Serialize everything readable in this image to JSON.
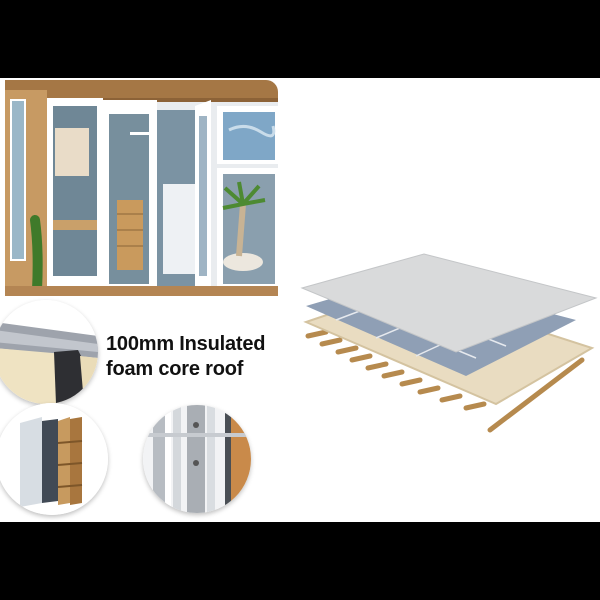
{
  "hero_photo": {
    "subject": "garden-room-office-with-open-french-doors",
    "colors": {
      "cladding": "#b98a55",
      "frame": "#ffffff",
      "interior_wall": "#6f8796",
      "glass": "#8fb4cc",
      "plant": "#4d8a32"
    }
  },
  "features": [
    {
      "id": "roof",
      "label_line1": "100mm Insulated",
      "label_line2": "foam core roof",
      "icon": "roof-panel-cross-section"
    },
    {
      "id": "wall",
      "icon": "wall-layers-exploded"
    },
    {
      "id": "door-lock",
      "icon": "upvc-door-multipoint-lock"
    }
  ],
  "roof_diagram": {
    "layers": [
      "top-membrane",
      "insulation-boards",
      "timber-frame",
      "joists"
    ],
    "colors": {
      "membrane": "#d9dadb",
      "board": "#8f9fb5",
      "frame": "#e8dcc3",
      "joist": "#b68a4e"
    }
  },
  "letterbox": {
    "color": "#000000"
  }
}
